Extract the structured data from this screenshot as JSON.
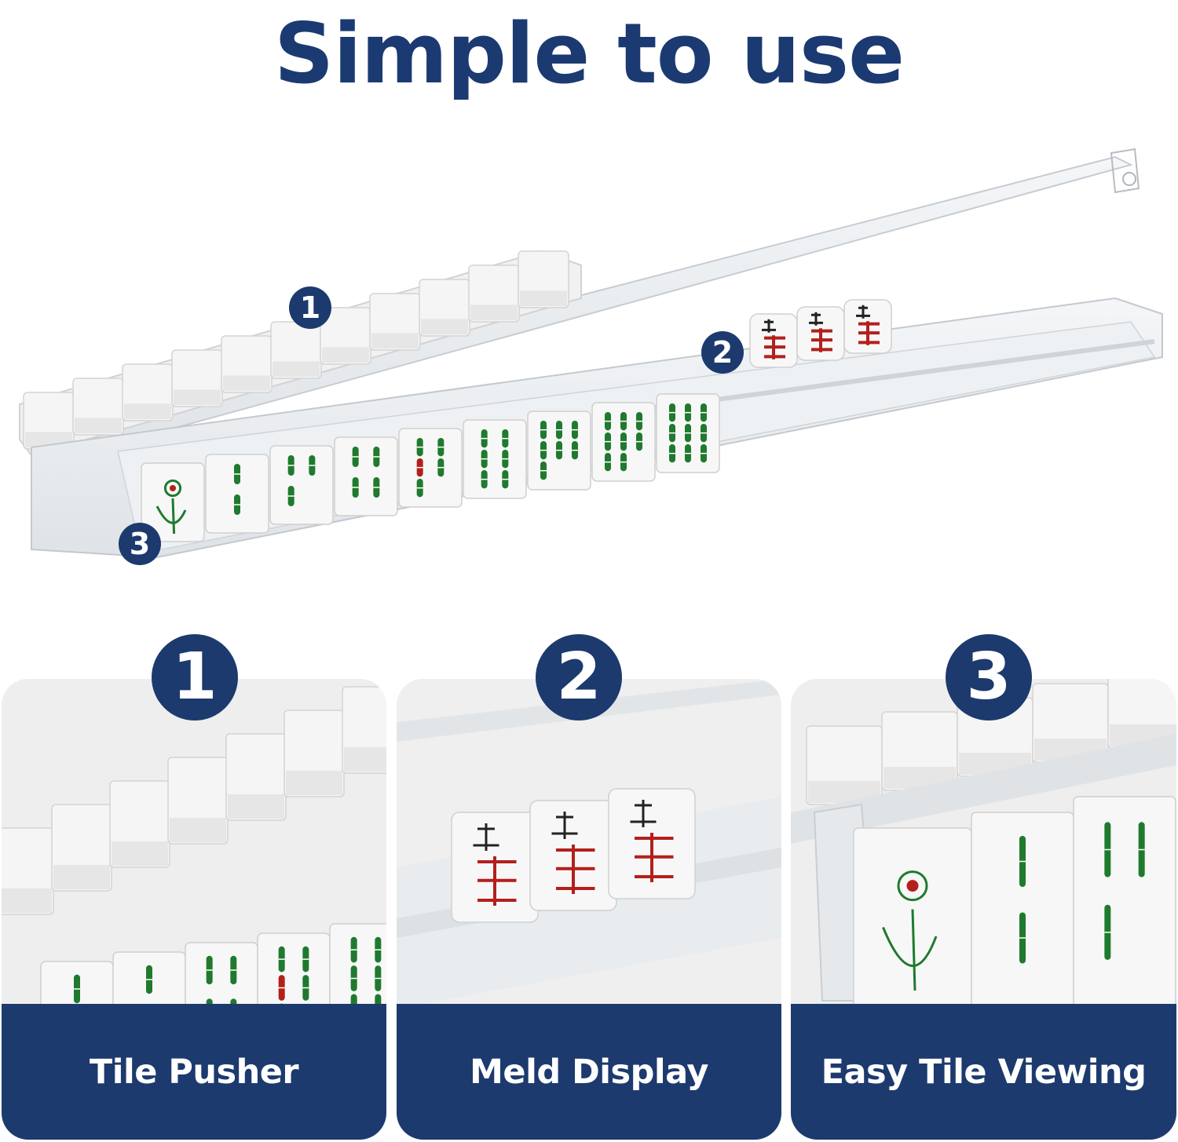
{
  "headline": "Simple to use",
  "callouts": [
    {
      "number": "1",
      "label": "Tile Pusher"
    },
    {
      "number": "2",
      "label": "Meld Display"
    },
    {
      "number": "3",
      "label": "Easy Tile Viewing"
    }
  ],
  "colors": {
    "brand_navy": "#1c3a6e",
    "headline_navy": "#1b3a72",
    "tile_face": "#f7f7f7",
    "bamboo_green": "#1f7a2e",
    "character_red": "#b3201c"
  },
  "icons": [
    "mahjong-tile-rack-image",
    "bamboo-tile-icon",
    "bird-tile-icon",
    "character-tile-icon"
  ]
}
